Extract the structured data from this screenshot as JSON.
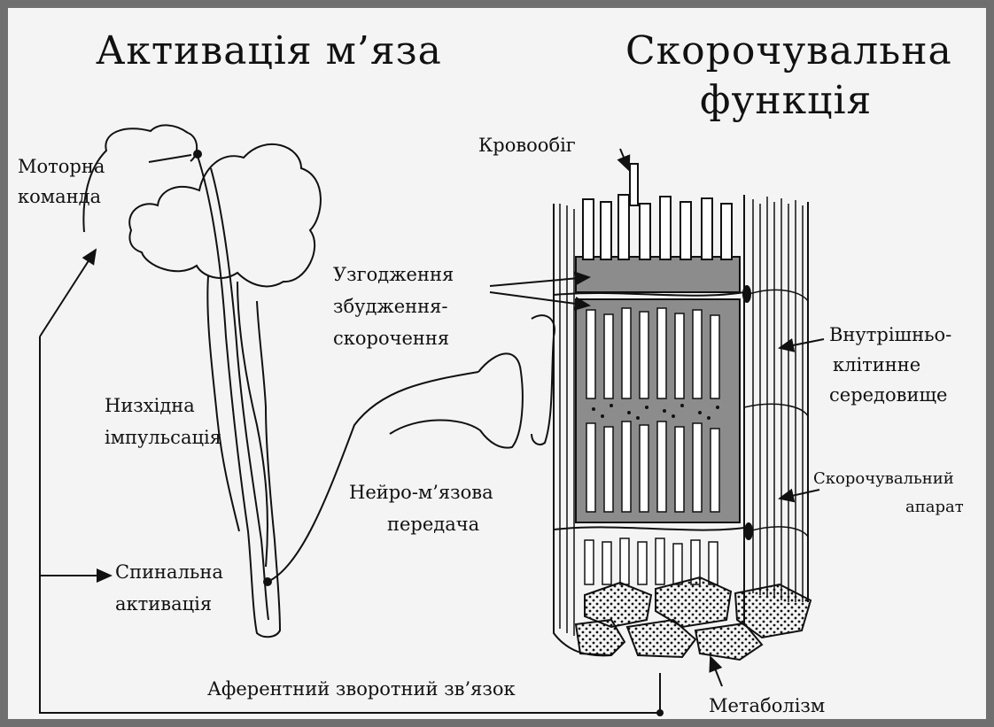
{
  "titles": {
    "left": "Активація м’яза",
    "right_line1": "Скорочувальна",
    "right_line2": "функція"
  },
  "labels": {
    "motor_command_1": "Моторна",
    "motor_command_2": "команда",
    "descending_1": "Низхідна",
    "descending_2": "імпульсація",
    "spinal_1": "Спинальна",
    "spinal_2": "активація",
    "blood_flow": "Кровообіг",
    "ecc_1": "Узгодження",
    "ecc_2": "збудження-",
    "ecc_3": "скорочення",
    "nm_1": "Нейро-м’язова",
    "nm_2": "передача",
    "intracellular_1": "Внутрішньо-",
    "intracellular_2": "клітинне",
    "intracellular_3": "середовище",
    "contractile_1": "Скорочувальний",
    "contractile_2": "апарат",
    "afferent": "Аферентний зворотний зв’язок",
    "metabolism": "Метаболізм"
  },
  "colors": {
    "frame": "#6f6f6f",
    "background": "#f4f4f4",
    "ink": "#111111",
    "fill_gray": "#8c8c8c"
  }
}
